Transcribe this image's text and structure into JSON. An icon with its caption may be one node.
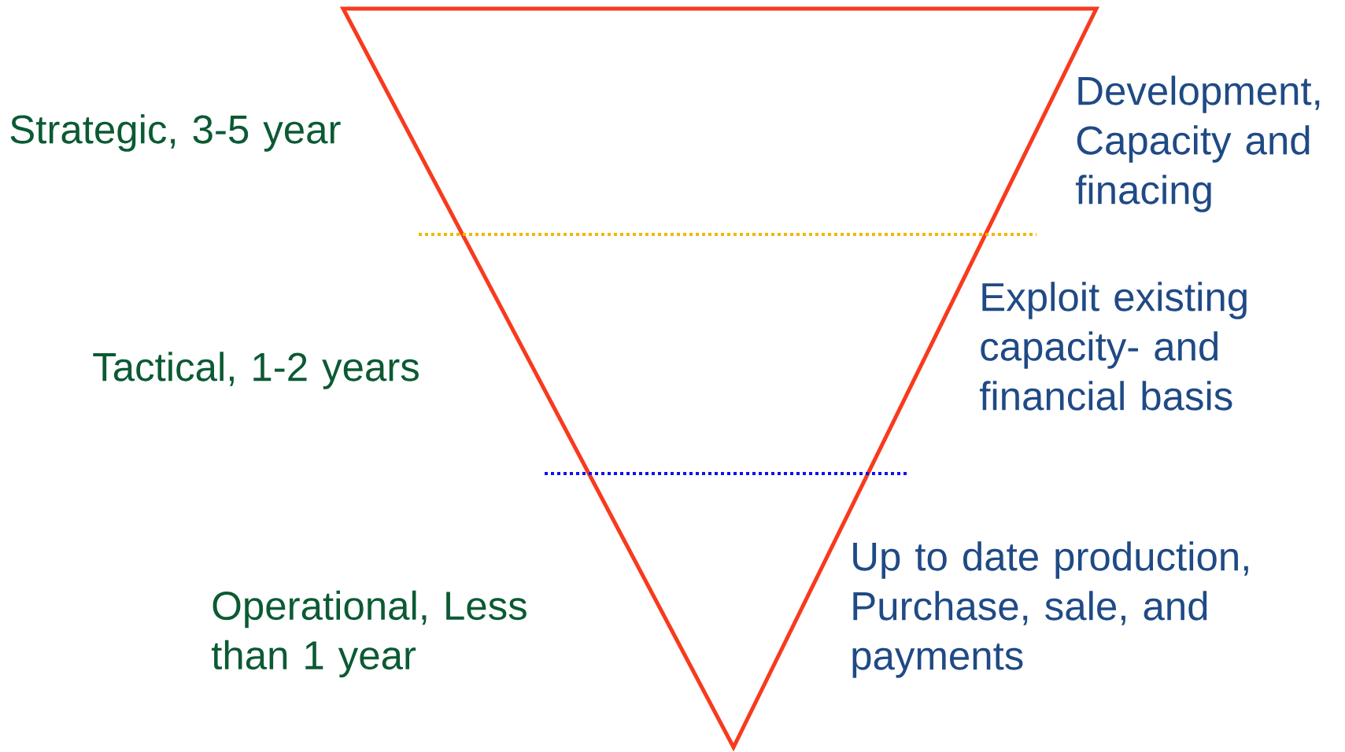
{
  "diagram": {
    "labels": [
      "Strategic, 3-5 year",
      "Development, Capacity and finacing",
      "Tactical, 1-2 years",
      "Exploit existing capacity- and financial basis",
      "Operational, Less than 1 year",
      "Up to date production, Purchase, sale, and payments"
    ]
  }
}
